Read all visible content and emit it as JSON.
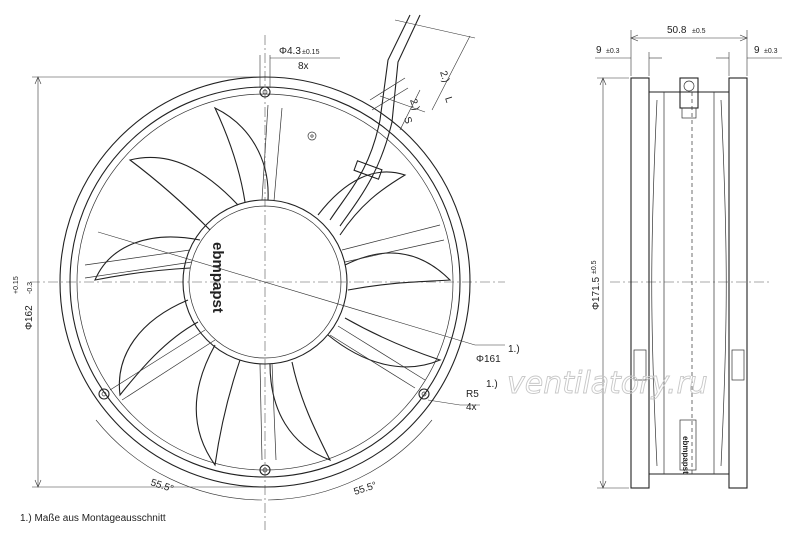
{
  "watermark": "ventilatory.ru",
  "brand": "ebmpapst",
  "footnote": "1.) Maße aus Montageausschnitt",
  "dims": {
    "hole_dia": "Φ4.3",
    "hole_tol": "±0.15",
    "hole_qty": "8x",
    "fan_dia": "Φ162",
    "fan_dia_tol_upper": "+0.15",
    "fan_dia_tol_lower": "-0.3",
    "circle_dia": "Φ161",
    "circle_note": "1.)",
    "radius": "R5",
    "radius_note": "1.)",
    "radius_qty": "4x",
    "angle_left": "55.5°",
    "angle_right": "55.5°",
    "cable_a": "2.)",
    "cable_b": "2.)",
    "cable_c": "S",
    "cable_d": "L",
    "width": "50.8",
    "width_tol": "±0.5",
    "flange_left": "9",
    "flange_left_tol": "±0.3",
    "flange_right": "9",
    "flange_right_tol": "±0.3",
    "height": "Φ171.5",
    "height_tol": "±0.5"
  }
}
